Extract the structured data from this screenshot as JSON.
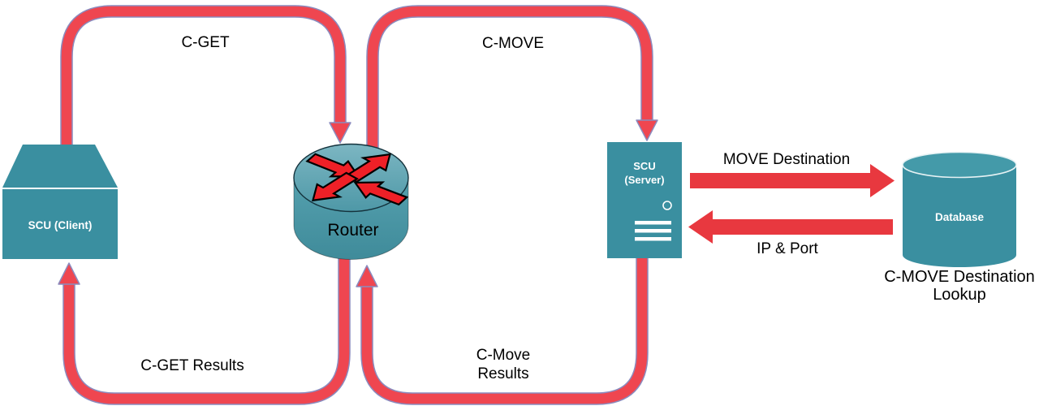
{
  "diagram": {
    "colors": {
      "node_teal": "#3a8fa0",
      "flow_red": "#ef4650",
      "flow_outline": "#8b8bbe",
      "block_arrow_red": "#e8383f",
      "router_arrow_red": "#ee2027"
    },
    "nodes": {
      "scu_client": {
        "label": "SCU (Client)"
      },
      "router": {
        "label": "Router"
      },
      "scu_server": {
        "line1": "SCU",
        "line2": "(Server)"
      },
      "database": {
        "label": "Database",
        "caption_line1": "C-MOVE Destination",
        "caption_line2": "Lookup"
      }
    },
    "flows": {
      "c_get": {
        "label": "C-GET",
        "from": "SCU (Client)",
        "to": "Router"
      },
      "c_move": {
        "label": "C-MOVE",
        "from": "Router",
        "to": "SCU (Server)"
      },
      "c_get_results": {
        "label": "C-GET Results",
        "from": "Router",
        "to": "SCU (Client)"
      },
      "c_move_results": {
        "line1": "C-Move",
        "line2": "Results",
        "from": "SCU (Server)",
        "to": "Router"
      },
      "move_destination": {
        "label": "MOVE Destination",
        "from": "SCU (Server)",
        "to": "Database"
      },
      "ip_port": {
        "label": "IP & Port",
        "from": "Database",
        "to": "SCU (Server)"
      }
    }
  }
}
